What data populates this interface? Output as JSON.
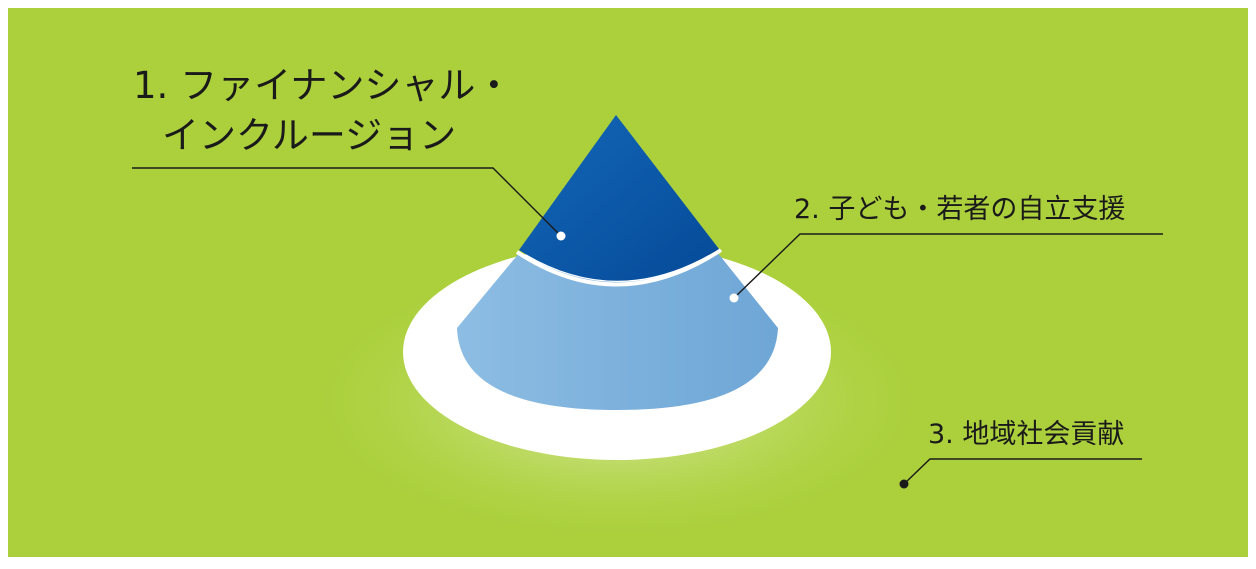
{
  "colors": {
    "background": "#abd03b",
    "outer_ring": "#ffffff",
    "tier_top": "#0a58a8",
    "tier_middle": "#7fb2dc",
    "connector": "#1a1a1a"
  },
  "tiers": [
    {
      "id": "tier-1",
      "label_line1": "1. ファイナンシャル・",
      "label_line2": "インクルージョン"
    },
    {
      "id": "tier-2",
      "label": "2. 子ども・若者の自立支援"
    },
    {
      "id": "tier-3",
      "label": "3. 地域社会貢献"
    }
  ]
}
